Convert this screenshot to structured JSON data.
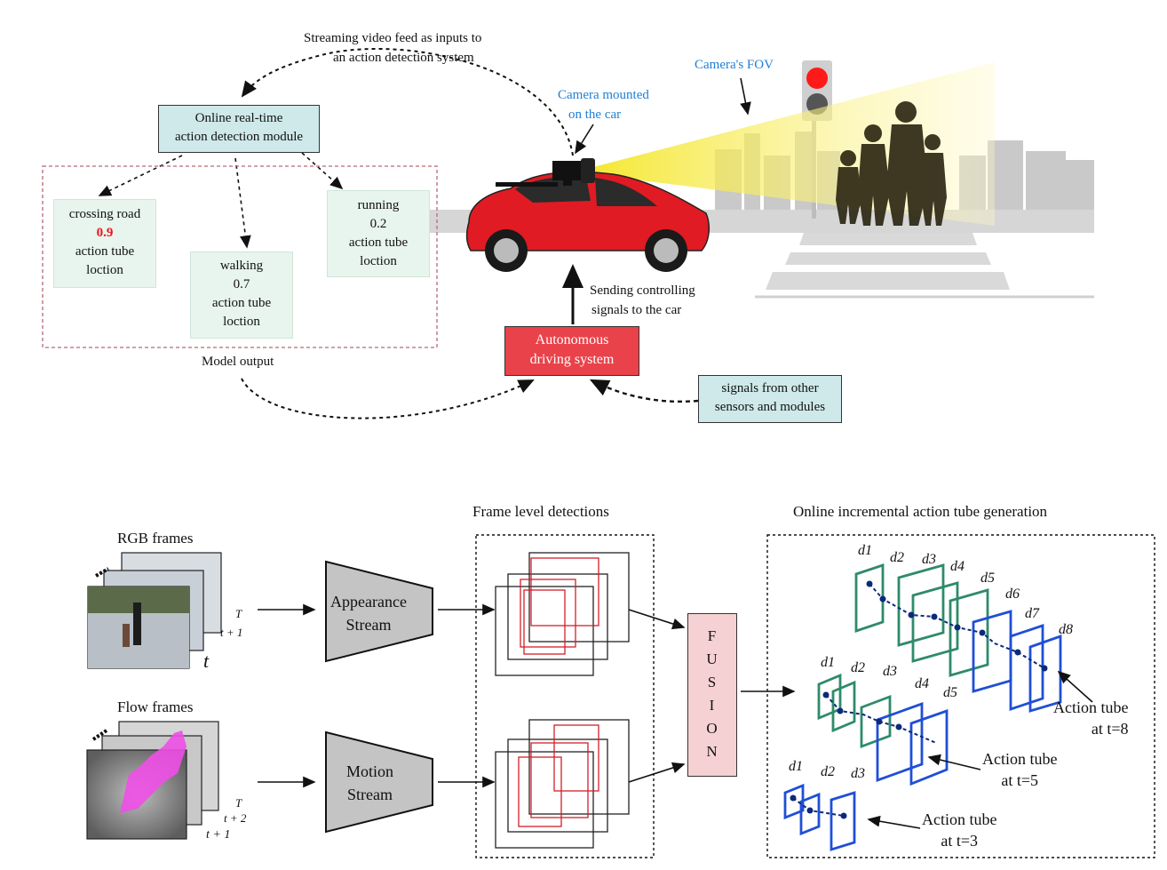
{
  "top": {
    "streaming_label": [
      "Streaming video feed as inputs to",
      "an action detection system"
    ],
    "camera_fov": "Camera's FOV",
    "camera_mounted": [
      "Camera mounted",
      "on the car"
    ],
    "module_box": [
      "Online real-time",
      "action detection module"
    ],
    "outputs": [
      {
        "action": "crossing road",
        "score": "0.9",
        "l1": "action tube",
        "l2": "loction",
        "highlight": true
      },
      {
        "action": "walking",
        "score": "0.7",
        "l1": "action tube",
        "l2": "loction",
        "highlight": false
      },
      {
        "action": "running",
        "score": "0.2",
        "l1": "action tube",
        "l2": "loction",
        "highlight": false
      }
    ],
    "model_output": "Model output",
    "sending_signals": [
      "Sending controlling",
      "signals to the car"
    ],
    "autonomous_box": [
      "Autonomous",
      "driving system"
    ],
    "signals_box": [
      "signals from other",
      "sensors and modules"
    ]
  },
  "bottom": {
    "rgb_frames": "RGB frames",
    "flow_frames": "Flow frames",
    "appearance_stream": [
      "Appearance",
      "Stream"
    ],
    "motion_stream": [
      "Motion",
      "Stream"
    ],
    "frame_level": "Frame level detections",
    "online_tube": "Online incremental action tube generation",
    "fusion_letters": [
      "F",
      "U",
      "S",
      "I",
      "O",
      "N"
    ],
    "tube_t8": [
      "Action tube",
      "at t=8"
    ],
    "tube_t5": [
      "Action tube",
      "at t=5"
    ],
    "tube_t3": [
      "Action tube",
      "at t=3"
    ],
    "rgb_time": {
      "t": "t",
      "t1": "t + 1",
      "T": "T"
    },
    "flow_time": {
      "t1": "t + 1",
      "t2": "t + 2",
      "T": "T"
    },
    "d_labels": [
      "d1",
      "d2",
      "d3",
      "d4",
      "d5",
      "d6",
      "d7",
      "d8"
    ]
  },
  "colors": {
    "teal_box": "#cfe9ea",
    "mint_box": "#e8f5ee",
    "red_box": "#e9424a",
    "fusion_box": "#f6d1d3",
    "green_tube": "#2e8b6a",
    "blue_tube": "#1f4fd6",
    "detection_red": "#d21f2a",
    "fov_yellow": "#f6e94a"
  }
}
